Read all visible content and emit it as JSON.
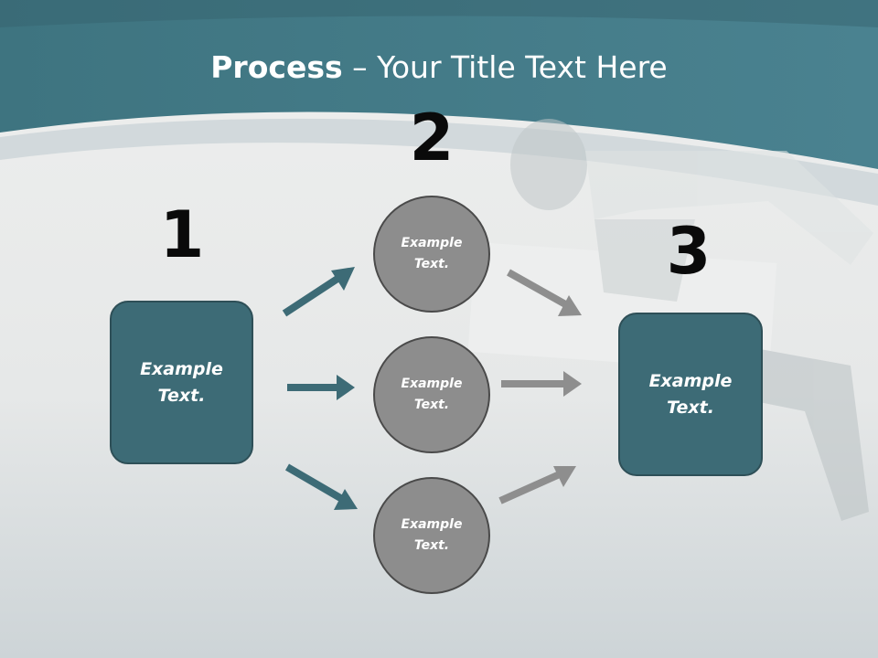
{
  "title": {
    "bold": "Process",
    "rest": " – Your Title Text Here"
  },
  "steps": {
    "one": "1",
    "two": "2",
    "three": "3"
  },
  "left_box": {
    "text": "Example\nText."
  },
  "right_box": {
    "text": "Example\nText."
  },
  "circles": [
    {
      "text": "Example\nText."
    },
    {
      "text": "Example\nText."
    },
    {
      "text": "Example\nText."
    }
  ],
  "colors": {
    "teal": "#3d6b76",
    "header": "#3f7582",
    "gray": "#8d8d8d",
    "arrow_gray": "#8e8e8e"
  }
}
